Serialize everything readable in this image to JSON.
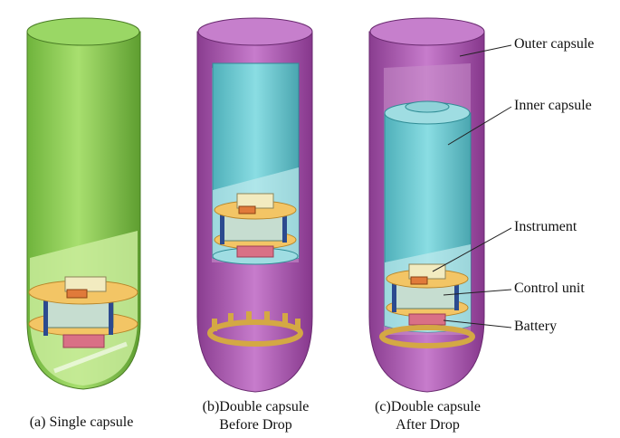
{
  "captions": {
    "a": "(a) Single capsule",
    "b_line1": "(b)Double capsule",
    "b_line2": "Before Drop",
    "c_line1": "(c)Double capsule",
    "c_line2": "After Drop"
  },
  "callouts": {
    "outer": "Outer capsule",
    "inner": "Inner capsule",
    "instrument": "Instrument",
    "control": "Control unit",
    "battery": "Battery"
  },
  "colors": {
    "single_capsule": "#8fd14f",
    "outer_capsule": "#b05cb5",
    "inner_capsule": "#6ec9d1",
    "disk": "#f3c565",
    "instrument_box": "#f2ebc0",
    "battery": "#d97086",
    "rod": "#2c4a8f",
    "small_block": "#e07a3a"
  }
}
